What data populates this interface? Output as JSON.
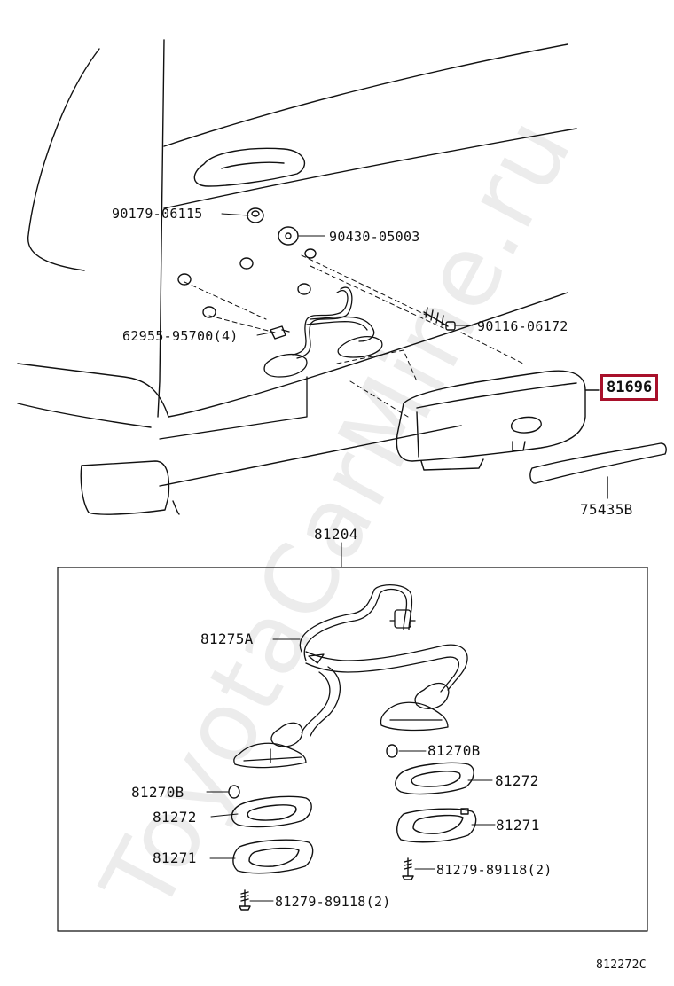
{
  "watermark": "ToyotaCarMine.ru",
  "diagram_code": "812272C",
  "highlight": {
    "color": "#a8102a",
    "part": "81696"
  },
  "labels": {
    "p90179": "90179-06115",
    "p90430": "90430-05003",
    "p90116": "90116-06172",
    "p62955": "62955-95700(4)",
    "p81696": "81696",
    "p75435": "75435B",
    "p81204": "81204",
    "p81275": "81275A",
    "p81270b_right": "81270B",
    "p81272_right": "81272",
    "p81271_right": "81271",
    "p81279_right": "81279-89118(2)",
    "p81270b_left": "81270B",
    "p81272_left": "81272",
    "p81271_left": "81271",
    "p81279_left": "81279-89118(2)"
  }
}
